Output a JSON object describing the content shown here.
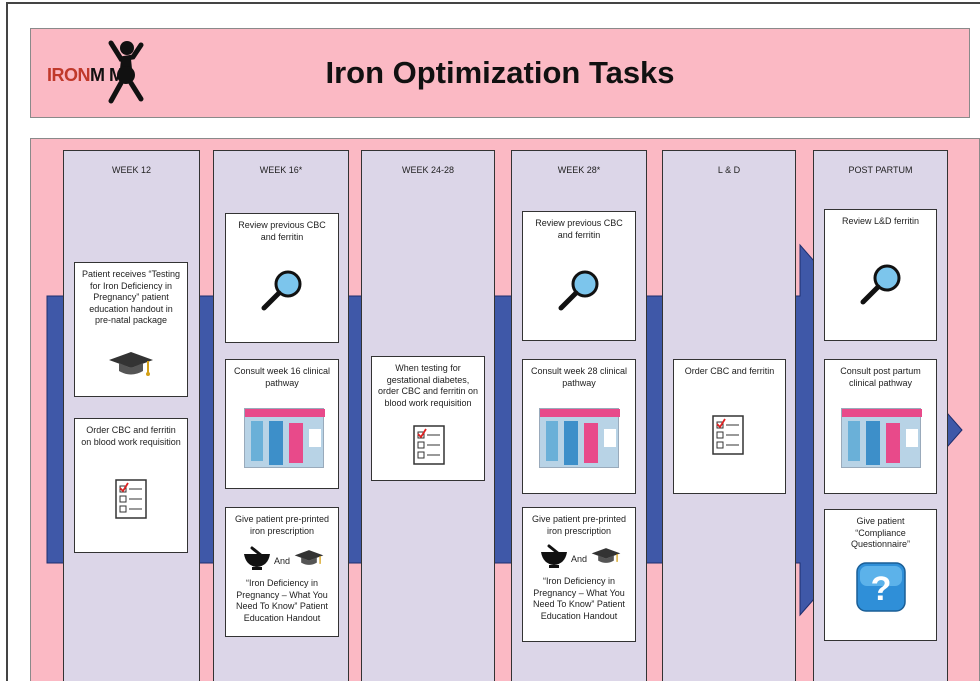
{
  "header": {
    "logo_iron": "IRON",
    "logo_mom": "M  M",
    "title": "Iron Optimization Tasks"
  },
  "colors": {
    "pink": "#fbb9c4",
    "column": "#dcd6e8",
    "arrow": "#3f58a8",
    "pathway_blue": "#b8d3e6",
    "pathway_pink": "#e84a8a"
  },
  "columns": [
    {
      "heading": "WEEK 12",
      "cards": [
        {
          "text": "Patient receives “Testing for Iron Deficiency in Pregnancy” patient education handout in pre-natal package",
          "icon": "graduation-cap-icon"
        },
        {
          "text": "Order CBC and ferritin on blood work requisition",
          "icon": "checklist-icon"
        }
      ]
    },
    {
      "heading": "WEEK 16*",
      "cards": [
        {
          "text": "Review previous CBC and ferritin",
          "icon": "magnifier-icon"
        },
        {
          "text": "Consult week 16 clinical pathway",
          "icon": "pathway-thumbnail"
        },
        {
          "text": "Give patient pre-printed iron prescription",
          "and": "And",
          "text2": "“Iron Deficiency in Pregnancy – What You Need To Know” Patient Education Handout",
          "icon": "mortar-pestle-icon"
        }
      ]
    },
    {
      "heading": "WEEK 24-28",
      "cards": [
        {
          "text": "When testing for gestational diabetes, order CBC and ferritin on blood work requisition",
          "icon": "checklist-icon"
        }
      ]
    },
    {
      "heading": "WEEK 28*",
      "cards": [
        {
          "text": "Review previous CBC and ferritin",
          "icon": "magnifier-icon"
        },
        {
          "text": "Consult week 28 clinical pathway",
          "icon": "pathway-thumbnail"
        },
        {
          "text": "Give patient pre-printed iron prescription",
          "and": "And",
          "text2": "“Iron Deficiency in Pregnancy – What You Need To Know” Patient Education Handout",
          "icon": "mortar-pestle-icon"
        }
      ]
    },
    {
      "heading": "L & D",
      "cards": [
        {
          "text": "Order CBC and ferritin",
          "icon": "checklist-icon"
        }
      ]
    },
    {
      "heading": "POST PARTUM",
      "cards": [
        {
          "text": "Review L&D ferritin",
          "icon": "magnifier-icon"
        },
        {
          "text": "Consult post partum clinical pathway",
          "icon": "pathway-thumbnail"
        },
        {
          "text": "Give patient “Compliance Questionnaire”",
          "icon": "question-mark-icon"
        }
      ]
    }
  ]
}
